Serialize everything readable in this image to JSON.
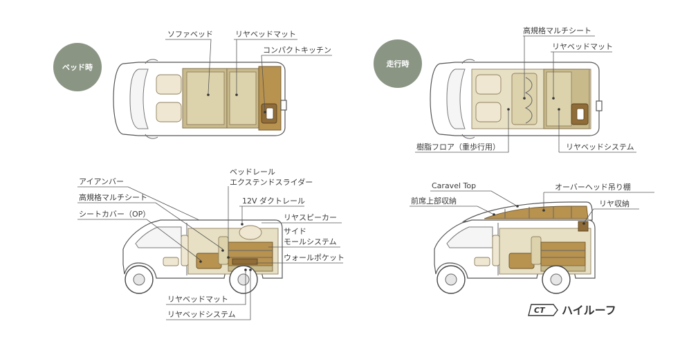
{
  "badges": {
    "bed_mode": "ベッド時",
    "drive_mode": "走行時",
    "color": "#8a9584"
  },
  "top_left_labels": {
    "sofa_bed": "ソファベッド",
    "rear_bed_mat": "リヤベッドマット",
    "compact_kitchen": "コンパクトキッチン"
  },
  "top_right_labels": {
    "multi_seat": "高規格マルチシート",
    "rear_bed_mat": "リヤベッドマット",
    "resin_floor": "樹脂フロア（重歩行用）",
    "rear_bed_system": "リヤベッドシステム"
  },
  "bottom_left_labels": {
    "iron_bar": "アイアンバー",
    "multi_seat": "高規格マルチシート",
    "seat_cover": "シートカバー（OP）",
    "bed_rail_line1": "ベッドレール",
    "bed_rail_line2": "エクステンドスライダー",
    "dc12v_rail": "12V ダクトレール",
    "rear_speaker": "リヤスピーカー",
    "side_mall_line1": "サイド",
    "side_mall_line2": "モールシステム",
    "wall_pocket": "ウォールポケット",
    "rear_bed_mat": "リヤベッドマット",
    "rear_bed_system": "リヤベッドシステム"
  },
  "bottom_right_labels": {
    "caravel_top": "Caravel Top",
    "front_storage": "前席上部収納",
    "overhead_shelf": "オーバーヘッド吊り棚",
    "rear_storage": "リヤ収納"
  },
  "ct_logo": {
    "mark": "CT",
    "text": "ハイルーフ"
  },
  "colors": {
    "wood": "#b8924f",
    "bed": "#dcd3ad",
    "seat": "#efe7d2",
    "outline": "#555555"
  }
}
